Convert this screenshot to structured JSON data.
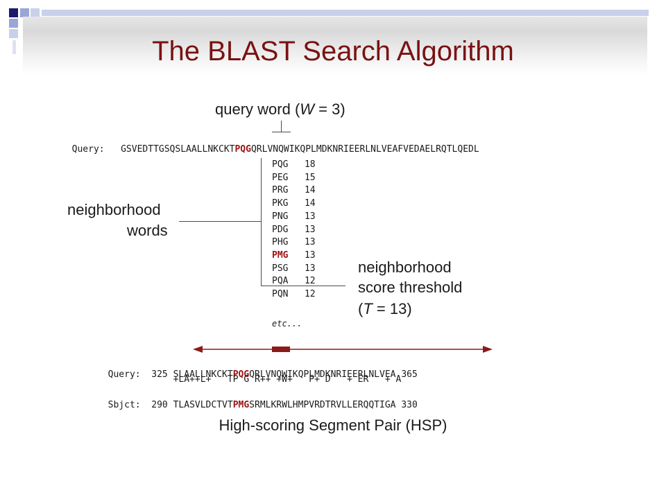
{
  "slide": {
    "title": "The BLAST Search Algorithm",
    "accent_color": "#7a1212",
    "corner_squares": [
      "#1a1a6e",
      "#9aa6d6",
      "#c9d0ea"
    ]
  },
  "query_word": {
    "label": "query word (",
    "w_symbol": "W",
    "w_value": " = 3)"
  },
  "query_seq": {
    "label": "Query:",
    "before": "GSVEDTTGSQSLAALLNKCKT",
    "word": "PQG",
    "after": "QRLVNQWIKQPLMDKNRIEERLNLVEAFVEDAELRQTLQEDL"
  },
  "neighborhood_words": {
    "label_line1": "neighborhood",
    "label_line2": "words",
    "items": [
      {
        "word": "PQG",
        "score": "18",
        "highlight": false
      },
      {
        "word": "PEG",
        "score": "15",
        "highlight": false
      },
      {
        "word": "PRG",
        "score": "14",
        "highlight": false
      },
      {
        "word": "PKG",
        "score": "14",
        "highlight": false
      },
      {
        "word": "PNG",
        "score": "13",
        "highlight": false
      },
      {
        "word": "PDG",
        "score": "13",
        "highlight": false
      },
      {
        "word": "PHG",
        "score": "13",
        "highlight": false
      },
      {
        "word": "PMG",
        "score": "13",
        "highlight": true
      },
      {
        "word": "PSG",
        "score": "13",
        "highlight": false
      },
      {
        "word": "PQA",
        "score": "12",
        "highlight": false
      },
      {
        "word": "PQN",
        "score": "12",
        "highlight": false
      }
    ],
    "etc": "etc..."
  },
  "threshold": {
    "line1": "neighborhood",
    "line2": "score threshold",
    "line3_open": "(",
    "t_symbol": "T",
    "line3_rest": " = 13)"
  },
  "hsp": {
    "query_label": "Query:",
    "query_start": "325",
    "query_before": "SLAALLNKCKT",
    "query_word": "PQG",
    "query_after": "QRLVNQWIKQPLMDKNRIEERLNLVEA",
    "query_end": "365",
    "match_line": "+LA++L+   TP G R++ +W+   P+ D   + ER   + A",
    "sbjct_label": "Sbjct:",
    "sbjct_start": "290",
    "sbjct_before": "TLASVLDCTVT",
    "sbjct_word": "PMG",
    "sbjct_after": "SRMLKRWLHMPVRDTRVLLERQQTIGA",
    "sbjct_end": "330",
    "caption": "High-scoring Segment Pair (HSP)"
  }
}
